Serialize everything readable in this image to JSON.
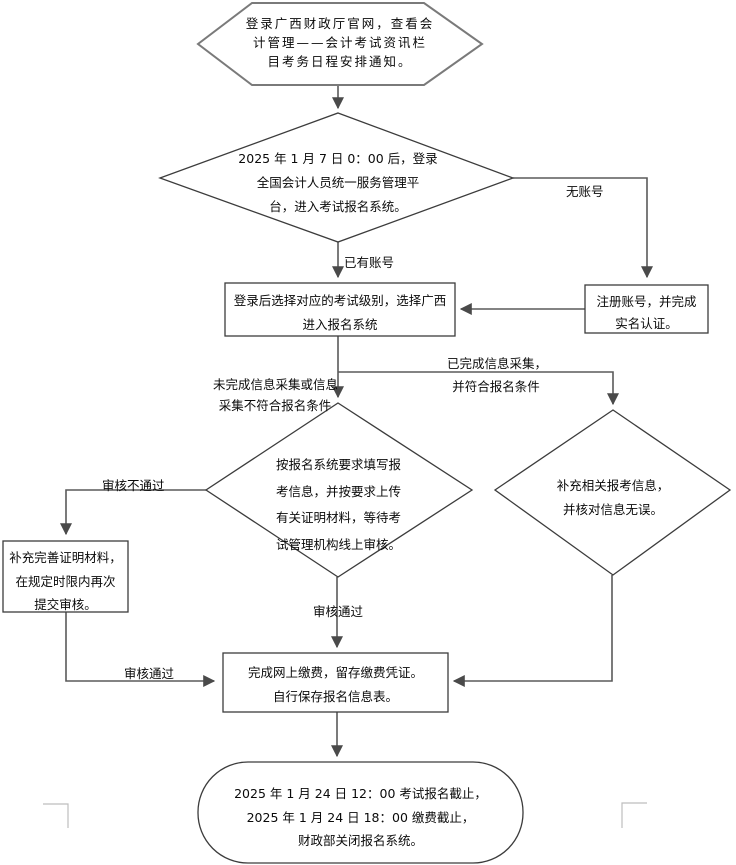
{
  "colors": {
    "shape_border": "#3c3c3c",
    "hexagon_border": "#7a7a7a",
    "connector": "#5a5a5a",
    "arrowhead": "#4a4a4a",
    "corner_mark": "#bdbdbd",
    "text": "#0a0a0a",
    "background": "#ffffff"
  },
  "nodes": {
    "start_hexagon": {
      "lines": [
        "登录广西财政厅官网，查看会",
        "计管理——会计考试资讯栏",
        "目考务日程安排通知。"
      ]
    },
    "login_diamond": {
      "lines": [
        "2025 年 1 月 7 日 0：00 后，登录",
        "全国会计人员统一服务管理平",
        "台，进入考试报名系统。"
      ]
    },
    "register_rect": {
      "lines": [
        "注册账号，并完成",
        "实名认证。"
      ]
    },
    "select_rect": {
      "lines": [
        "登录后选择对应的考试级别，选择广西",
        "进入报名系统"
      ]
    },
    "fill_info_diamond": {
      "lines": [
        "按报名系统要求填写报",
        "考信息，并按要求上传",
        "有关证明材料，等待考",
        "试管理机构线上审核。"
      ]
    },
    "verify_info_diamond": {
      "lines": [
        "补充相关报考信息，",
        "并核对信息无误。"
      ]
    },
    "supplement_rect": {
      "lines": [
        "补充完善证明材料，",
        "在规定时限内再次",
        "提交审核。"
      ]
    },
    "payment_rect": {
      "lines": [
        "完成网上缴费，留存缴费凭证。",
        "自行保存报名信息表。"
      ]
    },
    "deadline_stadium": {
      "lines": [
        "2025 年 1 月 24 日 12：00 考试报名截止，",
        "2025 年 1 月 24 日 18：00 缴费截止，",
        "财政部关闭报名系统。"
      ]
    }
  },
  "edge_labels": {
    "no_account": "无账号",
    "has_account": "已有账号",
    "info_not_collected": {
      "lines": [
        "未完成信息采集或信息",
        "采集不符合报名条件"
      ]
    },
    "info_collected": {
      "lines": [
        "已完成信息采集，",
        "并符合报名条件"
      ]
    },
    "review_failed": "审核不通过",
    "review_passed_left": "审核通过",
    "review_passed_center": "审核通过"
  }
}
